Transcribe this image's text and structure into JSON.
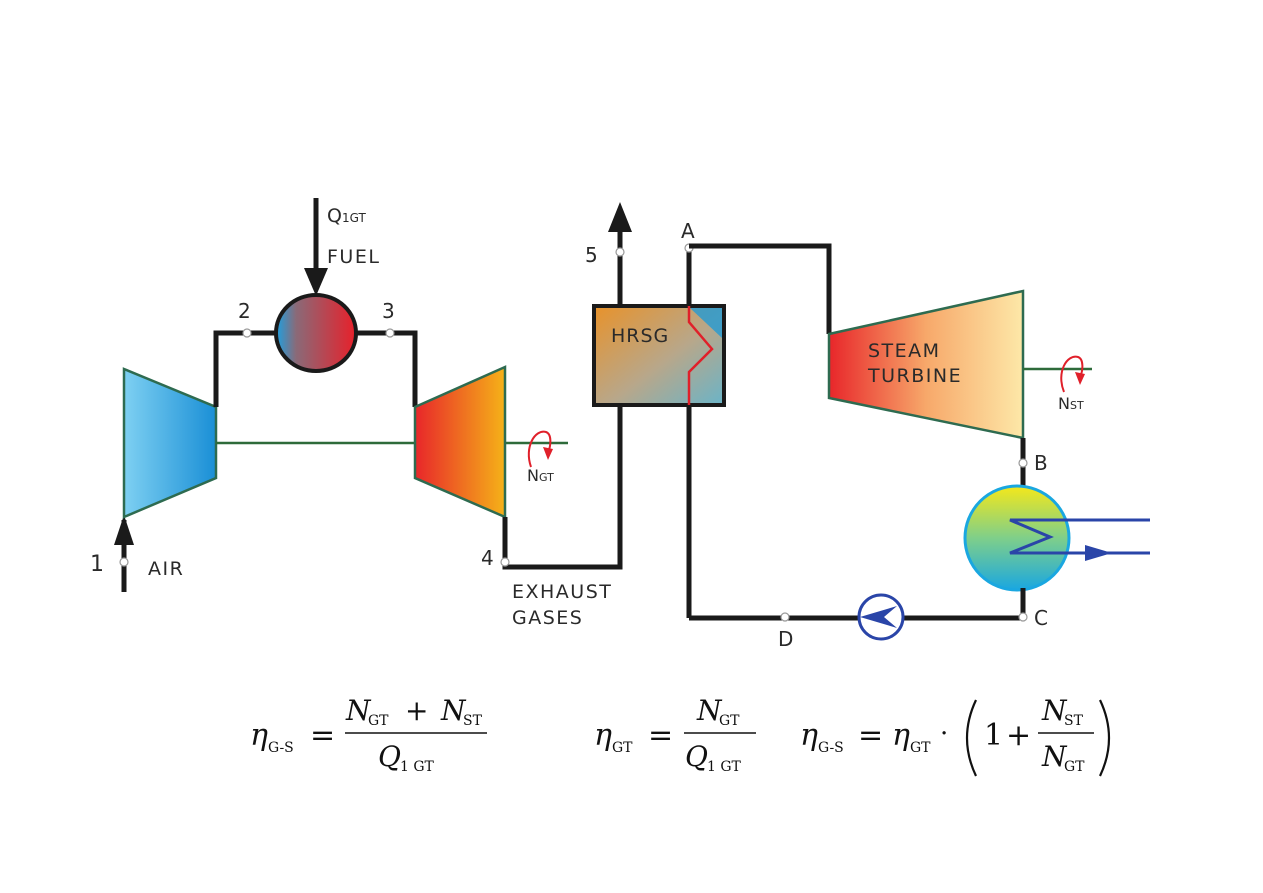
{
  "labels": {
    "q1gt_main": "Q",
    "q1gt_sub": "1GT",
    "fuel": "FUEL",
    "air": "AIR",
    "exhaust_line1": "EXHAUST",
    "exhaust_line2": "GASES",
    "hrsg": "HRSG",
    "steam_line1": "STEAM",
    "steam_line2": "TURBINE",
    "ngt_main": "N",
    "ngt_sub": "GT",
    "nst_main": "N",
    "nst_sub": "ST"
  },
  "points": {
    "p1": "1",
    "p2": "2",
    "p3": "3",
    "p4": "4",
    "p5": "5",
    "pA": "A",
    "pB": "B",
    "pC": "C",
    "pD": "D"
  },
  "formulas": {
    "eta": "η",
    "sub_gs_hyphen": "G-S",
    "sub_gs": "G-S",
    "sub_gt": "GT",
    "sub_st": "ST",
    "n": "N",
    "q": "Q",
    "q_sub": "1 GT",
    "plus": "+",
    "equals": "=",
    "dot": "·",
    "one": "1"
  },
  "colors": {
    "pipe": "#1a1a1a",
    "shaft": "#2e6b3a",
    "outline": "#2e6b50",
    "rotation_arrow": "#e0202a",
    "pump": "#2a45a8",
    "condenser_lines": "#2a45a8"
  }
}
